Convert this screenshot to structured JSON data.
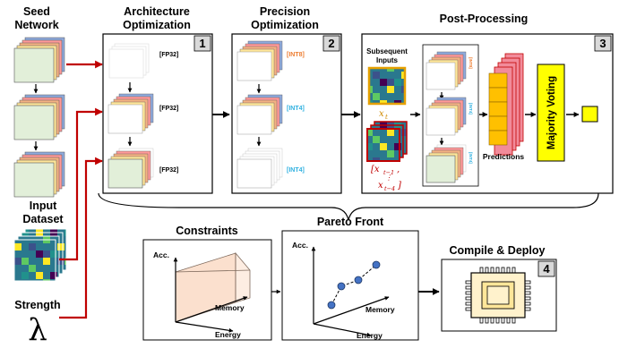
{
  "title_seed": [
    "Seed",
    "Network"
  ],
  "title_arch": [
    "Architecture",
    "Optimization"
  ],
  "title_prec": [
    "Precision",
    "Optimization"
  ],
  "title_post": "Post-Processing",
  "title_input": [
    "Input",
    "Dataset"
  ],
  "title_strength": "Strength",
  "lambda_symbol": "λ",
  "step_numbers": [
    "1",
    "2",
    "3",
    "4"
  ],
  "arch_tags": [
    "[FP32]",
    "[FP32]",
    "[FP32]"
  ],
  "prec_tags": [
    "[INT8]",
    "[INT4]",
    "[INT4]"
  ],
  "subsequent_inputs": [
    "Subsequent",
    "Inputs"
  ],
  "current_input": "x",
  "current_input_sub": "t",
  "window_first": "[x",
  "window_first_sub": "t−1",
  "window_first_end": ",",
  "window_dots": "⋮",
  "window_last": "x",
  "window_last_sub": "t−4",
  "window_last_end": "]",
  "predictions_label": "Predictions",
  "majority_voting_label": "Majority Voting",
  "constraints_title": "Constraints",
  "pareto_title": "Pareto Front",
  "compile_title": "Compile & Deploy",
  "axis_acc": "Acc.",
  "axis_memory": "Memory",
  "axis_energy": "Energy",
  "colors": {
    "red_arrow": "#c00000",
    "int8": "#ed7d31",
    "int4": "#2eb0e0",
    "majority": "#ffff00",
    "prediction": "#ffc000",
    "pred_stack": "#f28b9a",
    "pareto_point": "#4472c4",
    "block_green": "#e2efd9",
    "block_yellow": "#ffe699",
    "block_orange": "#f4b183",
    "block_red": "#ff9999",
    "block_blue": "#8faadc",
    "chip": "#fff2cc"
  }
}
